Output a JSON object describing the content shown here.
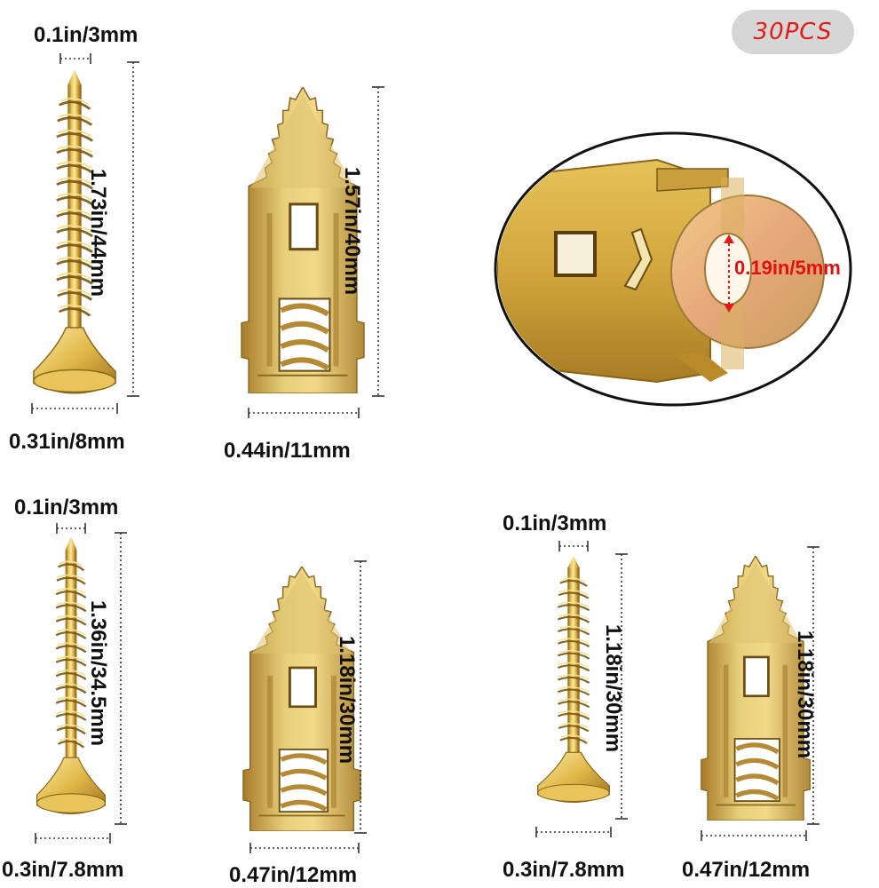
{
  "badge": {
    "count_label": "30PCS"
  },
  "items": {
    "screw_large": {
      "tip_width": "0.1in/3mm",
      "length": "1.73in/44mm",
      "head_width": "0.31in/8mm"
    },
    "anchor_large": {
      "length": "1.57in/40mm",
      "width": "0.44in/11mm"
    },
    "detail_view": {
      "hole_diameter": "0.19in/5mm"
    },
    "screw_medium": {
      "tip_width": "0.1in/3mm",
      "length": "1.36in/34.5mm",
      "head_width": "0.3in/7.8mm"
    },
    "anchor_medium": {
      "length": "1.18in/30mm",
      "width": "0.47in/12mm"
    },
    "screw_small": {
      "tip_width": "0.1in/3mm",
      "length": "1.18in/30mm",
      "head_width": "0.3in/7.8mm"
    },
    "anchor_small": {
      "length": "1.18in/30mm",
      "width": "0.47in/12mm"
    }
  },
  "colors": {
    "brass_light": "#f3d86a",
    "brass_mid": "#d6a83a",
    "brass_dark": "#8a6418",
    "accent_red": "#e21a1a",
    "badge_bg": "#d6d6d6",
    "dimension_line": "#333333"
  }
}
